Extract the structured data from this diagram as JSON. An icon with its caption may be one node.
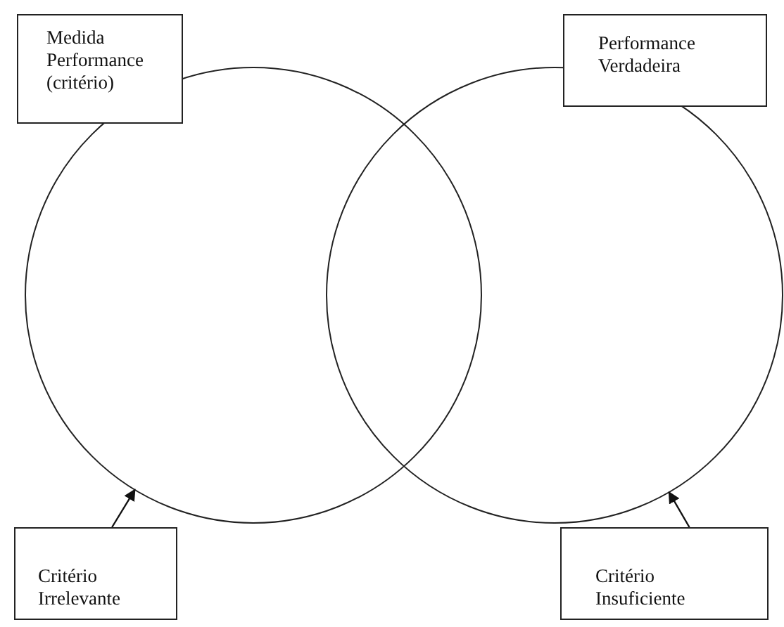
{
  "diagram": {
    "nodes": [
      {
        "text": [
          "Medida Performance (critério)"
        ]
      },
      {
        "text": [
          "Performance Verdadeira"
        ]
      },
      {
        "text": [],
        "shape": "circle"
      },
      {
        "text": [],
        "shape": "circle"
      },
      {
        "text": [
          "Critério Irrelevante"
        ]
      },
      {
        "text": [
          "Critério Insuficiente"
        ]
      }
    ],
    "edges": [
      {
        "from": 4,
        "to": 2,
        "arrow": "to"
      },
      {
        "from": 5,
        "to": 3,
        "arrow": "to"
      }
    ]
  }
}
